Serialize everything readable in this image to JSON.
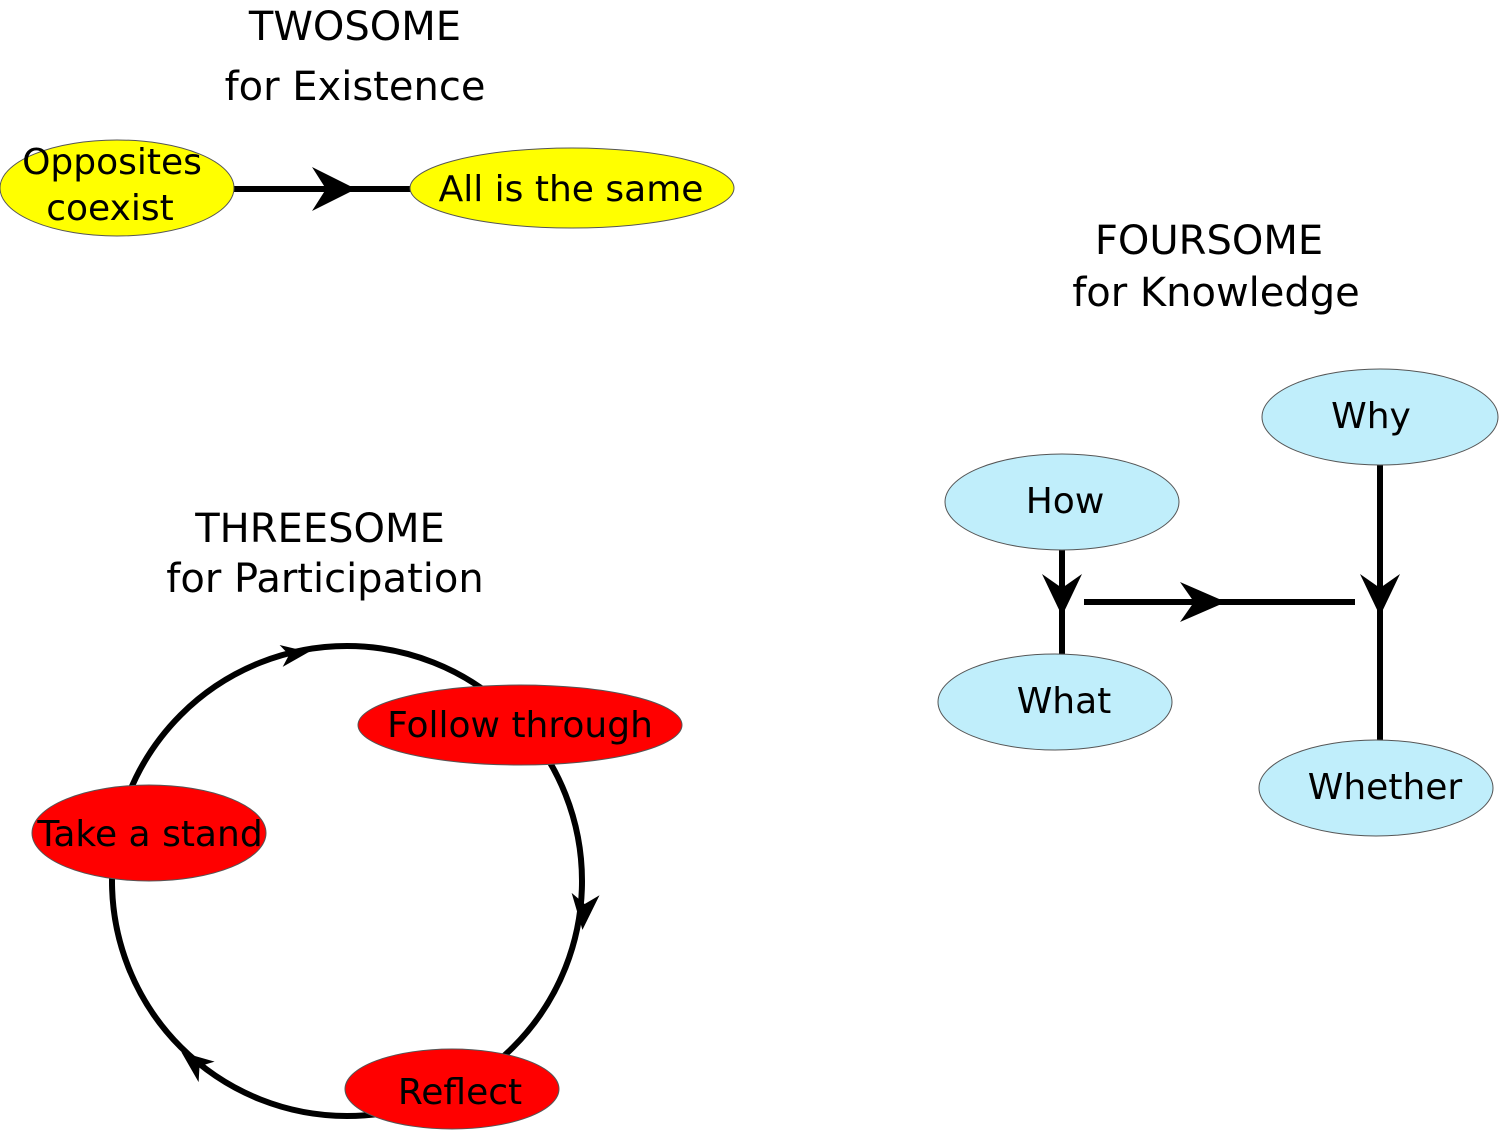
{
  "twosome": {
    "title": "TWOSOME",
    "subtitle": "for Existence",
    "color": "#ffff00",
    "nodes": {
      "opposites_line1": "Opposites",
      "opposites_line2": "coexist",
      "same": "All is the same"
    }
  },
  "threesome": {
    "title": "THREESOME",
    "subtitle": "for Participation",
    "color": "#ff0000",
    "nodes": {
      "follow": "Follow through",
      "stand": "Take a stand",
      "reflect": "Reflect"
    }
  },
  "foursome": {
    "title": "FOURSOME",
    "subtitle": "for Knowledge",
    "color": "#c0eefb",
    "nodes": {
      "why": "Why",
      "how": "How",
      "what": "What",
      "whether": "Whether"
    }
  }
}
